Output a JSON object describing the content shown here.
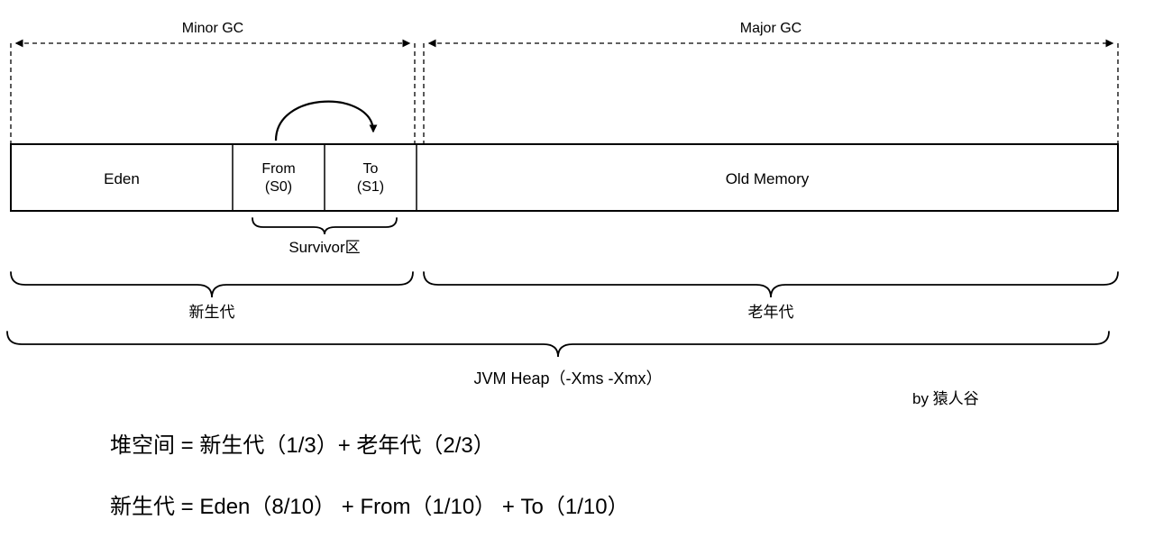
{
  "gc_arrows": {
    "minor": "Minor GC",
    "major": "Major GC"
  },
  "heap": {
    "eden": "Eden",
    "from": [
      "From",
      "(S0)"
    ],
    "to": [
      "To",
      "(S1)"
    ],
    "old": "Old Memory"
  },
  "braces": {
    "survivor": "Survivor区",
    "young_gen": "新生代",
    "old_gen": "老年代",
    "jvm_heap": "JVM Heap（-Xms -Xmx）"
  },
  "credit": "by 猿人谷",
  "formulas": {
    "heap_space": "堆空间 = 新生代（1/3）+ 老年代（2/3）",
    "young_gen": "新生代 = Eden（8/10） + From（1/10） + To（1/10）"
  }
}
